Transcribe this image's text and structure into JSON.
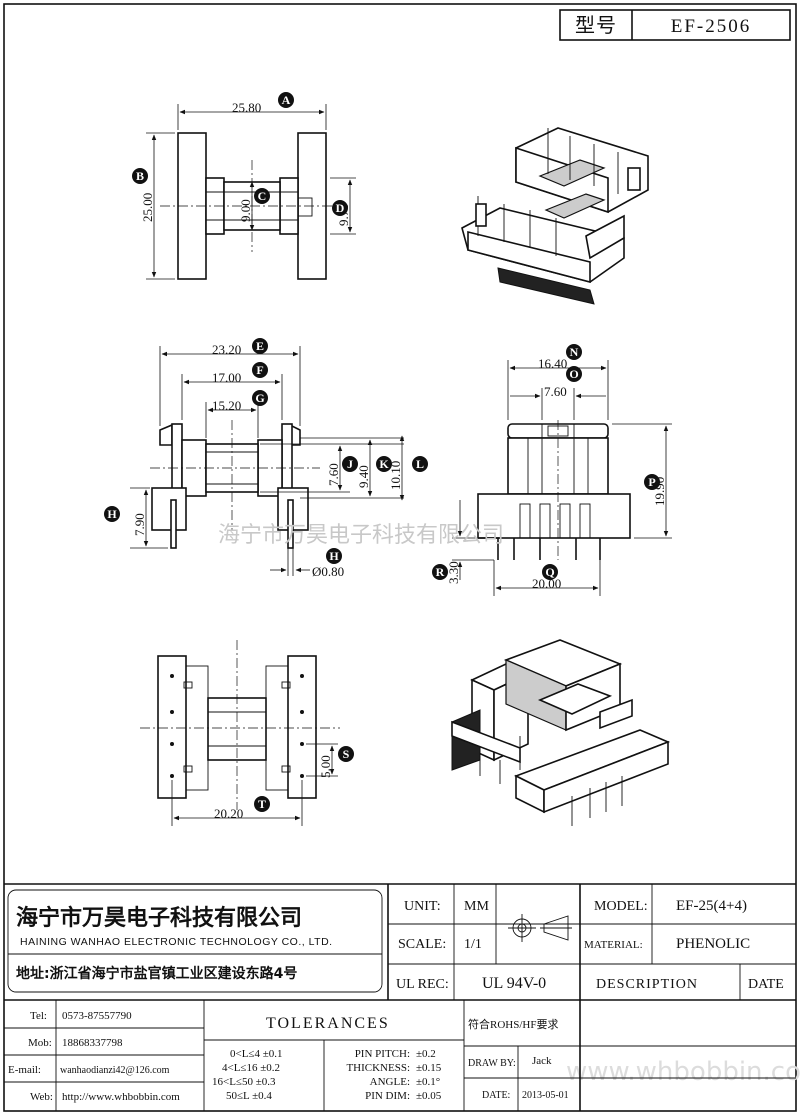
{
  "title_block": {
    "model_label": "型号",
    "model_value": "EF-2506"
  },
  "dimensions": {
    "A": "25.80",
    "B": "25.00",
    "C": "9.00",
    "D": "9.70",
    "E": "23.20",
    "F": "17.00",
    "G": "15.20",
    "J": "7.60",
    "K": "9.40",
    "L": "10.10",
    "H_height": "7.90",
    "H_pin": "Ø0.80",
    "N": "16.40",
    "O": "7.60",
    "P": "19.90",
    "R": "3.30",
    "Q": "20.00",
    "S": "5.00",
    "T": "20.20"
  },
  "balloons": [
    "A",
    "B",
    "C",
    "D",
    "E",
    "F",
    "G",
    "J",
    "K",
    "L",
    "H",
    "H",
    "N",
    "O",
    "P",
    "R",
    "Q",
    "S",
    "T"
  ],
  "watermark": "海宁市万昊电子科技有限公司",
  "company": {
    "name_cn": "海宁市万昊电子科技有限公司",
    "name_en": "HAINING WANHAO ELECTRONIC TECHNOLOGY CO., LTD.",
    "address": "地址:浙江省海宁市盐官镇工业区建设东路4号"
  },
  "contact": [
    {
      "label": "Tel:",
      "value": "0573-87557790"
    },
    {
      "label": "Mob:",
      "value": "18868337798"
    },
    {
      "label": "E-mail:",
      "value": "wanhaodianzi42@126.com"
    },
    {
      "label": "Web:",
      "value": "http://www.whbobbin.com"
    }
  ],
  "spec": {
    "unit_label": "UNIT:",
    "unit_value": "MM",
    "scale_label": "SCALE:",
    "scale_value": "1/1",
    "ulrec_label": "UL REC:",
    "ulrec_value": "UL 94V-0",
    "model_label": "MODEL:",
    "model_value": "EF-25(4+4)",
    "material_label": "MATERIAL:",
    "material_value": "PHENOLIC",
    "description_label": "DESCRIPTION",
    "date_label": "DATE",
    "rohs": "符合ROHS/HF要求",
    "drawby_label": "DRAW BY:",
    "drawby_value": "Jack",
    "date_field_label": "DATE:",
    "date_field_value": "2013-05-01"
  },
  "tolerances": {
    "header": "TOLERANCES",
    "length_rows": [
      "0<L≤4 ±0.1",
      "4<L≤16 ±0.2",
      "16<L≤50 ±0.3",
      "50≤L ±0.4"
    ],
    "other_rows": [
      {
        "label": "PIN PITCH:",
        "value": "±0.2"
      },
      {
        "label": "THICKNESS:",
        "value": "±0.15"
      },
      {
        "label": "ANGLE:",
        "value": "±0.1°"
      },
      {
        "label": "PIN DIM:",
        "value": "±0.05"
      }
    ]
  },
  "footer_watermark": "www.whbobbin.com"
}
